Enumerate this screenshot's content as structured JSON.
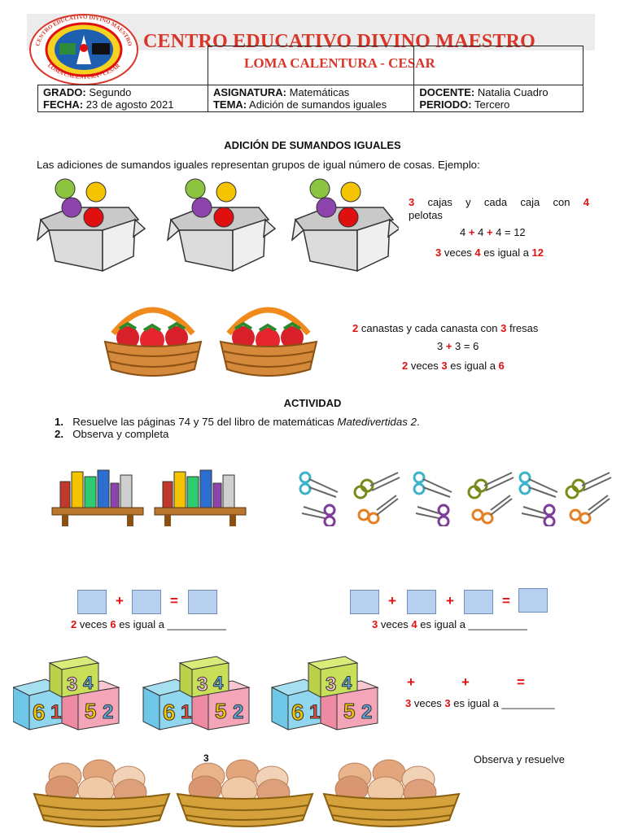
{
  "header": {
    "school_name": "CENTRO EDUCATIVO DIVINO MAESTRO",
    "location": "LOMA CALENTURA - CESAR",
    "logo_ring_top": "CENTRO EDUCATIVO DIVINO MAESTRO",
    "logo_ring_bottom": "LOMA CALENTURA - CESAR",
    "grado_label": "GRADO:",
    "grado_value": "Segundo",
    "fecha_label": "FECHA:",
    "fecha_value": "23 de agosto 2021",
    "asignatura_label": "ASIGNATURA:",
    "asignatura_value": "Matemáticas",
    "tema_label": "TEMA:",
    "tema_value": "Adición de sumandos iguales",
    "docente_label": "DOCENTE:",
    "docente_value": "Natalia Cuadro",
    "periodo_label": "PERIODO:",
    "periodo_value": "Tercero"
  },
  "lesson": {
    "title": "ADICIÓN DE SUMANDOS IGUALES",
    "intro": "Las adiciones de sumandos iguales representan grupos de igual número de cosas. Ejemplo:",
    "ex1": {
      "n1": "3",
      "t1": " cajas y cada caja con ",
      "n2": "4",
      "t2": "pelotas",
      "a1": "4",
      "p1": "+",
      "a2": "4",
      "p2": "+",
      "a3": "4",
      "eq": " = 12",
      "v1": "3",
      "vt": " veces ",
      "v2": "4",
      "vt2": " es igual a ",
      "v3": "12"
    },
    "ex2": {
      "n1": "2",
      "t1": " canastas y cada canasta con ",
      "n2": "3",
      "t2": " fresas",
      "a1": "3 ",
      "p1": "+",
      "a2": " 3 = 6",
      "v1": "2",
      "vt": " veces ",
      "v2": "3",
      "vt2": " es igual a ",
      "v3": "6"
    }
  },
  "activity": {
    "title": "ACTIVIDAD",
    "item1_num": "1.",
    "item1_text": "Resuelve las páginas 74 y 75 del libro de matemáticas ",
    "item1_italic": "Matedivertidas 2",
    "item2_num": "2.",
    "item2_text": "Observa y completa",
    "ex_a": {
      "n1": "2",
      "t1": " veces ",
      "n2": "6",
      "t2": " es igual a __________"
    },
    "ex_b": {
      "n1": "3",
      "t1": " veces ",
      "n2": "4",
      "t2": " es igual a __________"
    },
    "ex_c": {
      "n1": "3",
      "t1": " veces ",
      "n2": "3",
      "t2": " es igual a _________"
    },
    "plus": "+",
    "equals": "=",
    "eggs_label": "3",
    "observe": "Observa y resuelve"
  },
  "colors": {
    "accent_red": "#e01010",
    "title_red": "#d9362a",
    "box_blue": "#b7d0ef"
  }
}
